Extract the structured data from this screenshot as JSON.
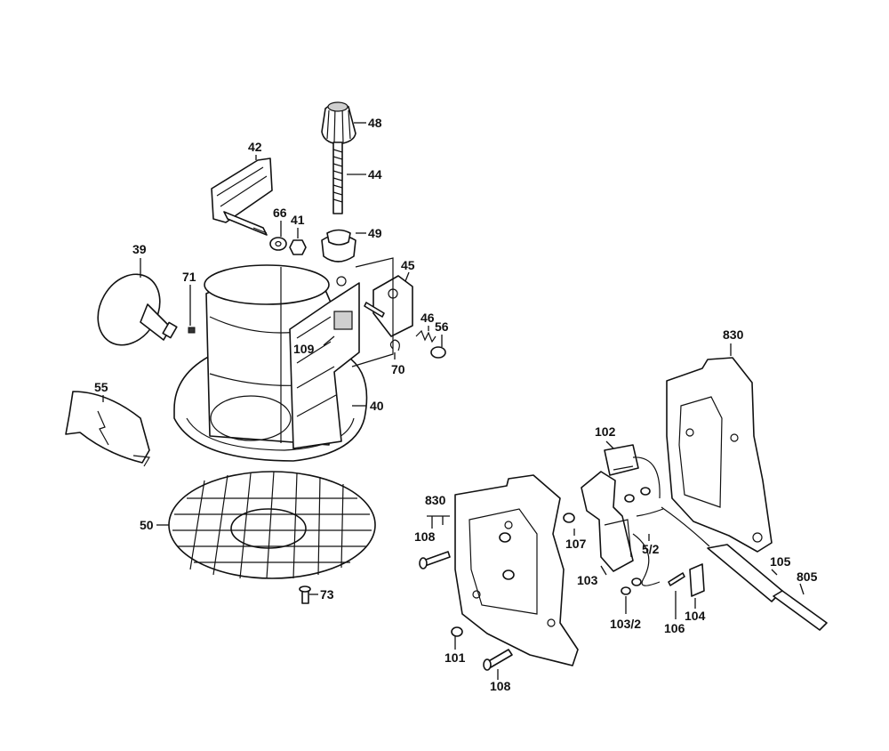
{
  "labels": {
    "l48": "48",
    "l44": "44",
    "l42": "42",
    "l66": "66",
    "l41": "41",
    "l49": "49",
    "l39": "39",
    "l71": "71",
    "l45": "45",
    "l46": "46",
    "l56": "56",
    "l109": "109",
    "l70": "70",
    "l55": "55",
    "l40": "40",
    "l50": "50",
    "l73": "73",
    "l830a": "830",
    "l830b": "830",
    "l102": "102",
    "l108a": "108",
    "l107": "107",
    "l52": "5/2",
    "l103": "103",
    "l1032": "103/2",
    "l106": "106",
    "l104": "104",
    "l105": "105",
    "l805": "805",
    "l101": "101",
    "l108b": "108"
  }
}
